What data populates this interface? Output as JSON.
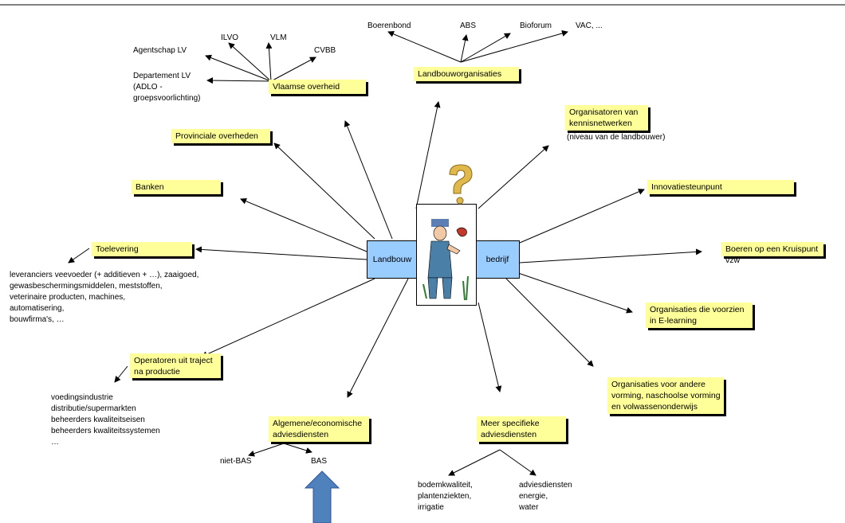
{
  "center": {
    "left_label": "Landbouw",
    "right_label": "bedrijf"
  },
  "boxes": {
    "vlaamse_overheid": "Vlaamse overheid",
    "landbouworganisaties": "Landbouworganisaties",
    "provinciale_overheden": "Provinciale overheden",
    "banken": "Banken",
    "toelevering": "Toelevering",
    "operatoren": "Operatoren uit traject\nna productie",
    "algemene_advies": "Algemene/economische\nadviesdiensten",
    "specifieke_advies": "Meer specifieke\nadviesdiensten",
    "organisatoren": "Organisatoren van\nkennisnetwerken",
    "innovatiesteunpunt": "Innovatiesteunpunt",
    "boeren_kruispunt": "Boeren op een Kruispunt vzw",
    "elearning": "Organisaties die voorzien\nin E-learning",
    "vorming": "Organisaties voor andere\nvorming, naschoolse vorming\nen volwassenonderwijs"
  },
  "texts": {
    "ilvo": "ILVO",
    "vlm": "VLM",
    "cvbb": "CVBB",
    "agentschap": "Agentschap LV",
    "departement": "Departement LV\n(ADLO -\ngroepsvoorlichting)",
    "boerenbond": "Boerenbond",
    "abs": "ABS",
    "bioforum": "Bioforum",
    "vac": "VAC, ...",
    "niveau": "(niveau van de landbouwer)",
    "toelevering_list": "leveranciers veevoeder (+ additieven + …), zaaigoed,\ngewasbeschermingsmiddelen, meststoffen,\nveterinaire producten, machines,\nautomatisering,\nbouwfirma's, …",
    "operatoren_list": "voedingsindustrie\ndistributie/supermarkten\nbeheerders kwaliteitseisen\nbeheerders kwaliteitssystemen\n…",
    "niet_bas": "niet-BAS",
    "bas": "BAS",
    "bodem": "bodemkwaliteit,\nplantenziekten,\nirrigatie",
    "advies_energie": "adviesdiensten\nenergie,\nwater"
  },
  "colors": {
    "box_fill": "#ffff99",
    "center_fill": "#99ccff",
    "big_arrow": "#4f81bd"
  }
}
